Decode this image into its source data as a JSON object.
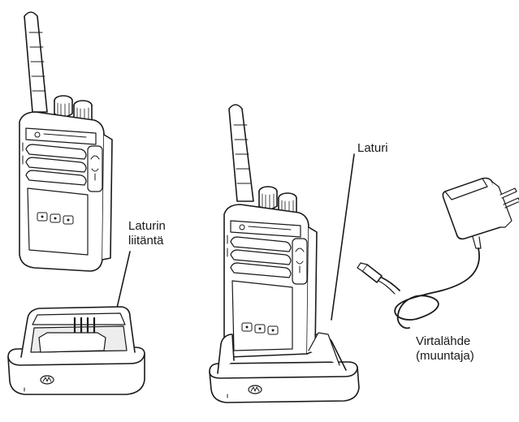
{
  "labels": {
    "charger_connector": [
      "Laturin",
      "liitäntä"
    ],
    "charger": "Laturi",
    "power_supply": [
      "Virtalähde",
      "(muuntaja)"
    ]
  },
  "colors": {
    "line": "#1a1a1a",
    "fill": "#ffffff",
    "shade": "#d9d9d9"
  }
}
